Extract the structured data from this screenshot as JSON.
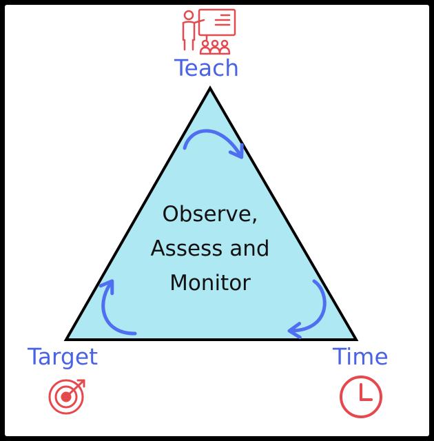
{
  "diagram": {
    "vertices": {
      "top": "Teach",
      "left": "Target",
      "right": "Time"
    },
    "center_lines": [
      "Observe,",
      "Assess and",
      "Monitor"
    ],
    "icons": {
      "top": "teacher-presentation-icon",
      "left": "target-icon",
      "right": "clock-icon"
    },
    "colors": {
      "triangle_fill": "#aee8f2",
      "triangle_stroke": "#000000",
      "arrow": "#4f6ff0",
      "label": "#4a63e6",
      "icon": "#e5484d",
      "frame_bg": "#000000"
    }
  }
}
